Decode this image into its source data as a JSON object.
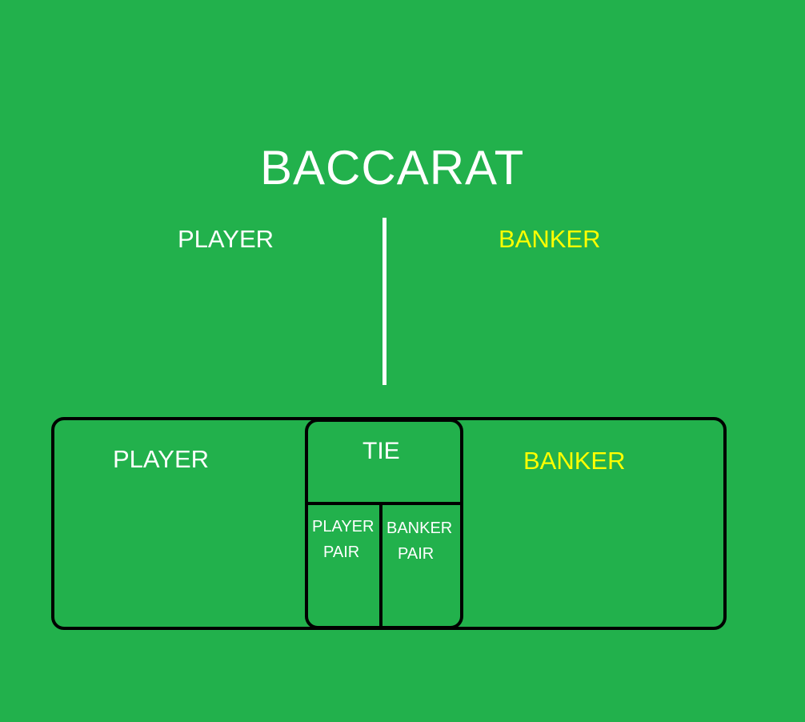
{
  "title": "BACCARAT",
  "hands": {
    "player_label": "PLAYER",
    "banker_label": "BANKER"
  },
  "betting_table": {
    "player_label": "PLAYER",
    "banker_label": "BANKER",
    "tie_label": "TIE",
    "player_pair": {
      "line1": "PLAYER",
      "line2": "PAIR"
    },
    "banker_pair": {
      "line1": "BANKER",
      "line2": "PAIR"
    }
  },
  "colors": {
    "felt": "#22b14c",
    "player_text": "#ffffff",
    "banker_text": "#ffff00",
    "outline": "#000000"
  }
}
